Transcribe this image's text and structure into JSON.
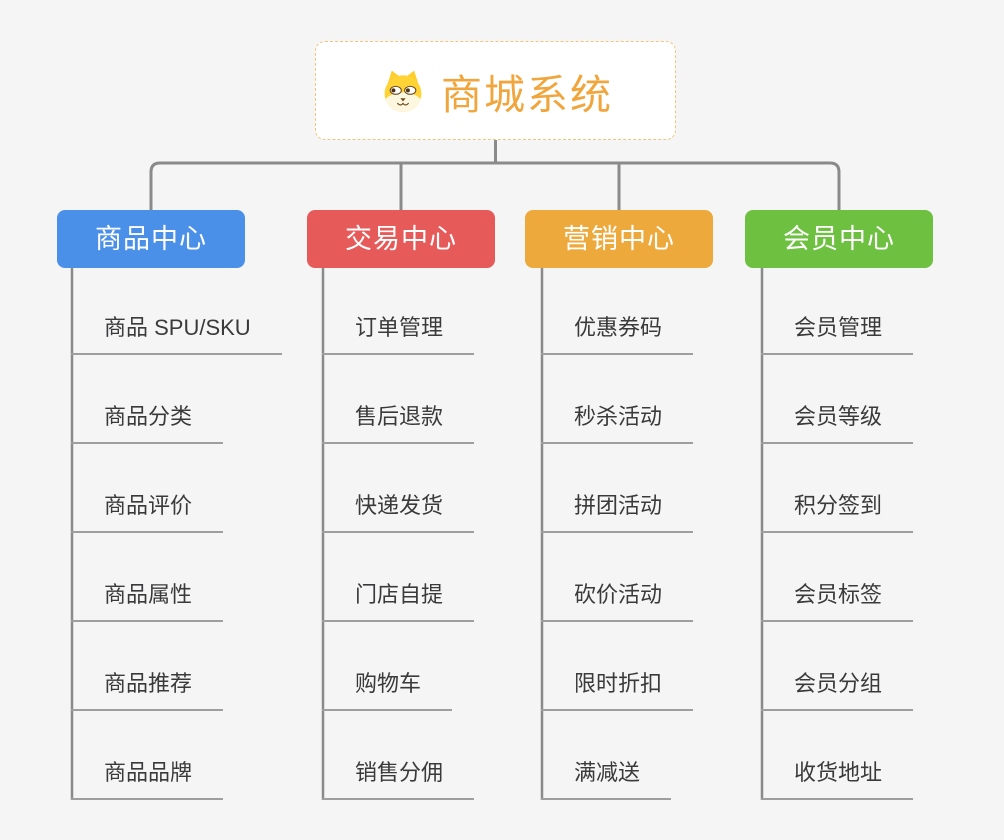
{
  "root": {
    "title": "商城系统",
    "icon": "shiba-dog-icon"
  },
  "branches": [
    {
      "label": "商品中心",
      "color": "#4b90e8",
      "children": [
        "商品 SPU/SKU",
        "商品分类",
        "商品评价",
        "商品属性",
        "商品推荐",
        "商品品牌"
      ]
    },
    {
      "label": "交易中心",
      "color": "#e65a5a",
      "children": [
        "订单管理",
        "售后退款",
        "快递发货",
        "门店自提",
        "购物车",
        "销售分佣"
      ]
    },
    {
      "label": "营销中心",
      "color": "#eda93c",
      "children": [
        "优惠券码",
        "秒杀活动",
        "拼团活动",
        "砍价活动",
        "限时折扣",
        "满减送"
      ]
    },
    {
      "label": "会员中心",
      "color": "#6ec041",
      "children": [
        "会员管理",
        "会员等级",
        "积分签到",
        "会员标签",
        "会员分组",
        "收货地址"
      ]
    }
  ],
  "colors": {
    "background": "#f5f5f6",
    "connector": "#8a8a8a",
    "leaf_underline": "#9e9e9e",
    "root_border": "#f2c37b",
    "root_title": "#f0a63c",
    "leaf_text": "#3a3a3a"
  }
}
